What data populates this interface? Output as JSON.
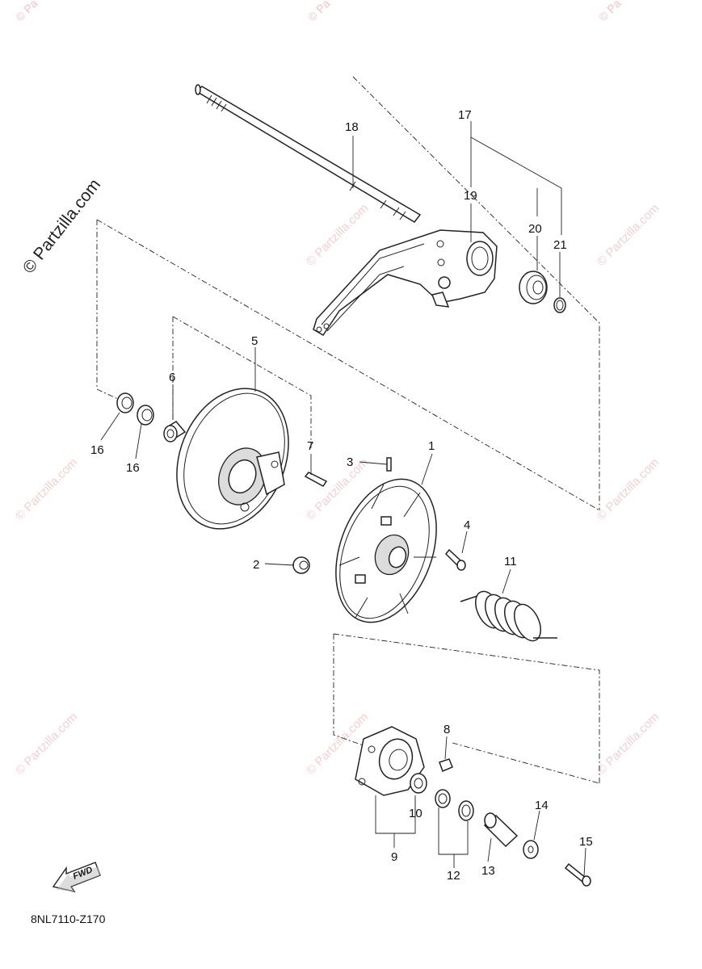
{
  "watermarks": {
    "brand": "© Partzilla.com",
    "corner": "© Pa",
    "diagonal": "© Partzilla.com"
  },
  "diagram_code": "8NL7110-Z170",
  "fwd_label": "FWD",
  "callouts": [
    "1",
    "2",
    "3",
    "4",
    "5",
    "6",
    "7",
    "8",
    "9",
    "10",
    "11",
    "12",
    "13",
    "14",
    "15",
    "16",
    "16",
    "17",
    "18",
    "19",
    "20",
    "21"
  ]
}
